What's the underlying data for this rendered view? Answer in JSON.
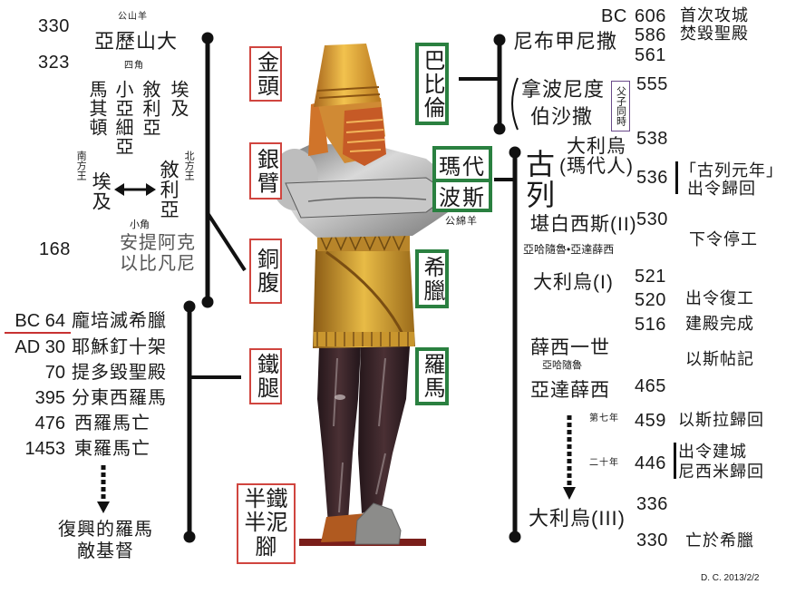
{
  "colors": {
    "statue_label_border": "#d0453f",
    "empire_label_border": "#2a8040",
    "coregency_border": "#6a4a8a",
    "bc_underline": "#c83232",
    "timeline_line": "#111111"
  },
  "greek_section": {
    "year_330": "330",
    "goat_label": "公山羊",
    "alexander": "亞歷山大",
    "year_323": "323",
    "four_horns_label": "四角",
    "four_kingdoms": [
      "馬其頓",
      "小亞細亞",
      "敘利亞",
      "埃及"
    ],
    "south_king_label": "南方王",
    "south_king": "埃及",
    "north_king_label": "北方王",
    "north_king": "敘利亞",
    "little_horn_label": "小角",
    "antiochus_line1": "安提阿克",
    "antiochus_line2": "以比凡尼",
    "year_168": "168"
  },
  "roman_section": {
    "events": [
      {
        "year": "BC 64",
        "text": "龐培滅希臘"
      },
      {
        "year": "AD 30",
        "text": "耶穌釘十架"
      },
      {
        "year": "70",
        "text": "提多毀聖殿"
      },
      {
        "year": "395",
        "text": "分東西羅馬"
      },
      {
        "year": "476",
        "text": "西羅馬亡"
      },
      {
        "year": "1453",
        "text": "東羅馬亡"
      }
    ],
    "revived_line1": "復興的羅馬",
    "revived_line2": "敵基督"
  },
  "statue_labels": {
    "head": "金頭",
    "arms": "銀臂",
    "belly": "銅腹",
    "legs": "鐵腿",
    "feet_line1": "半鐵",
    "feet_line2": "半泥",
    "feet_line3": "腳"
  },
  "empires": {
    "babylon": "巴比倫",
    "medes": "瑪代",
    "persia": "波斯",
    "ram_label": "公綿羊",
    "greece": "希臘",
    "rome": "羅馬"
  },
  "babylon_timeline": {
    "nebuchadnezzar": "尼布甲尼撒",
    "era": "BC",
    "entries": [
      {
        "year": "606",
        "note": "首次攻城"
      },
      {
        "year": "586",
        "note": "焚毀聖殿"
      },
      {
        "year": "561",
        "note": ""
      }
    ],
    "nabonidus": "拿波尼度",
    "belshazzar": "伯沙撒",
    "coregency_label": "父子同時",
    "year_555": "555"
  },
  "persia_timeline": {
    "year_538": "538",
    "darius_mede_line1": "大利烏",
    "darius_mede_line2": "(瑪代人)",
    "cyrus_char1": "古",
    "cyrus_char2": "列",
    "year_536": "536",
    "cyrus_first_year": "「古列元年」",
    "decree_return": "出令歸回",
    "cambyses": "堪白西斯(II)",
    "cambyses_alias": "亞哈隨魯•亞達薛西",
    "year_530": "530",
    "halt_work": "下令停工",
    "darius_1": "大利烏(I)",
    "year_521": "521",
    "year_520": "520",
    "resume_work": "出令復工",
    "year_516": "516",
    "temple_done": "建殿完成",
    "xerxes": "薛西一世",
    "xerxes_alias": "亞哈隨魯",
    "esther": "以斯帖記",
    "artaxerxes": "亞達薛西",
    "year_465": "465",
    "seventh_year": "第七年",
    "year_459": "459",
    "ezra_return": "以斯拉歸回",
    "twentieth_year": "二十年",
    "year_446": "446",
    "decree_build_city": "出令建城",
    "nehemiah_return": "尼西米歸回",
    "year_336": "336",
    "darius_3": "大利烏(III)",
    "year_330": "330",
    "fall_to_greece": "亡於希臘"
  },
  "credit": "D. C. 2013/2/2"
}
